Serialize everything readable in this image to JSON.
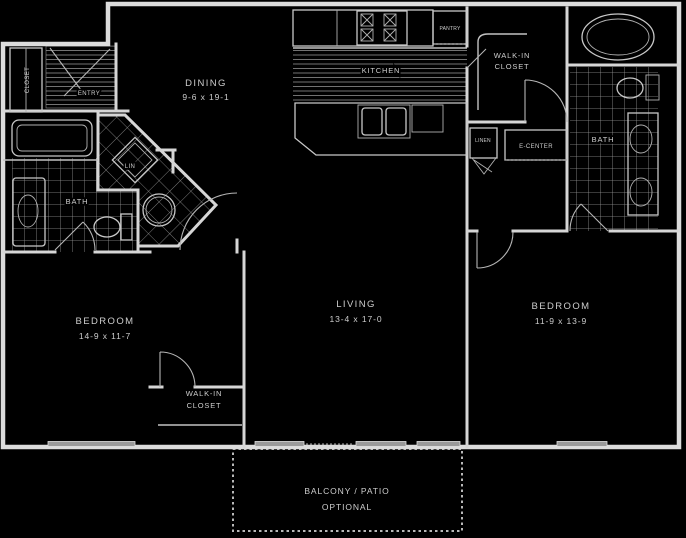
{
  "plan": {
    "type": "apartment-floor-plan",
    "colors": {
      "background": "#000000",
      "wall": "#dcdcdc",
      "text": "#cdcdcd",
      "window_fill": "#9a9a9a"
    },
    "rooms": {
      "dining": {
        "name": "DINING",
        "dims": "9-6 x 19-1"
      },
      "kitchen": {
        "name": "KITCHEN"
      },
      "pantry": {
        "name": "PANTRY"
      },
      "entry": {
        "name": "ENTRY"
      },
      "entry_closet": {
        "name": "CLOSET"
      },
      "hall_linen": {
        "name": "LIN"
      },
      "bath_left": {
        "name": "BATH"
      },
      "bath_right": {
        "name": "BATH"
      },
      "walkin_closet_right": {
        "line1": "WALK-IN",
        "line2": "CLOSET"
      },
      "linen_right": {
        "name": "LINEN"
      },
      "e_center": {
        "name": "E-CENTER"
      },
      "bedroom_left": {
        "name": "BEDROOM",
        "dims": "14-9 x 11-7"
      },
      "living": {
        "name": "LIVING",
        "dims": "13-4 x 17-0"
      },
      "bedroom_right": {
        "name": "BEDROOM",
        "dims": "11-9 x 13-9"
      },
      "walkin_closet_left": {
        "line1": "WALK-IN",
        "line2": "CLOSET"
      },
      "balcony": {
        "line1": "BALCONY / PATIO",
        "line2": "OPTIONAL"
      }
    }
  }
}
